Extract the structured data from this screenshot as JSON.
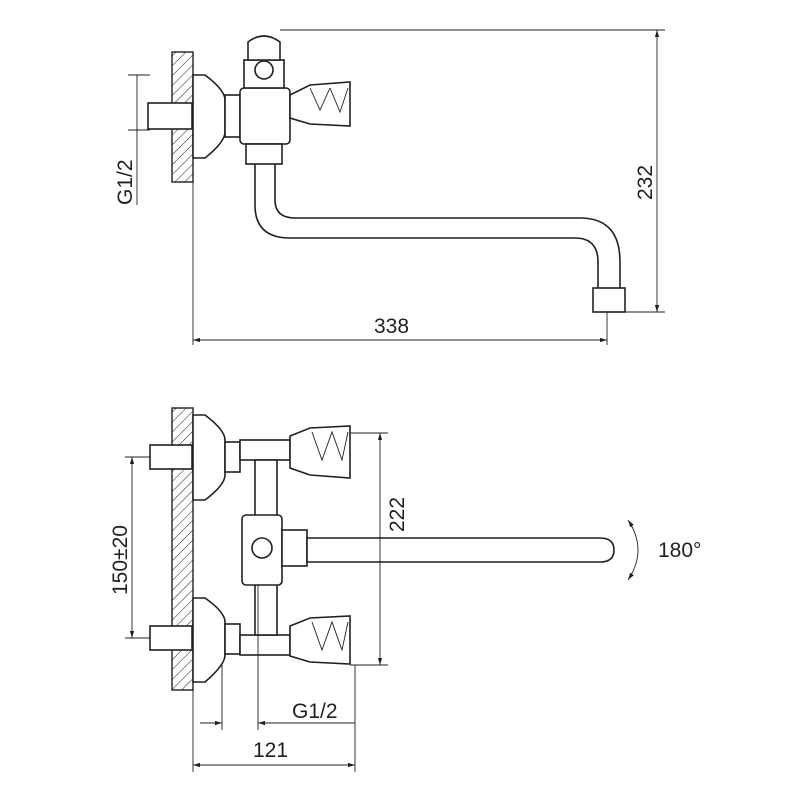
{
  "title": "Bath mixer technical drawing",
  "top_view": {
    "thread_label": "G1/2",
    "height_dim": "232",
    "length_dim": "338"
  },
  "front_view": {
    "height_dim": "222",
    "center_distance_dim": "150±20",
    "rotation_label": "180°",
    "thread_label": "G1/2",
    "projection_dim": "121"
  },
  "colors": {
    "line": "#231f20",
    "background": "#ffffff"
  }
}
